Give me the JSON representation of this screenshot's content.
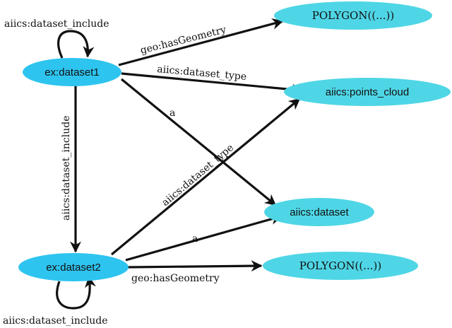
{
  "colors": {
    "node_primary": "#2ec4f0",
    "node_secondary": "#4fd6e6",
    "edge": "#111111",
    "background": "#ffffff"
  },
  "nodes": {
    "dataset1": "ex:dataset1",
    "dataset2": "ex:dataset2",
    "polygon_top": "POLYGON((...))",
    "points_cloud": "aiics:points_cloud",
    "aiics_dataset": "aiics:dataset",
    "polygon_bottom": "POLYGON((...))"
  },
  "edges": {
    "include_self1": "aiics:dataset_include",
    "d1_geom": "geo:hasGeometry",
    "d1_type": "aiics:dataset_type",
    "d1_a": "a",
    "d1_include_d2": "aiics:dataset_include",
    "d2_type": "aiics:dataset_type",
    "d2_a": "a",
    "d2_geom": "geo:hasGeometry",
    "include_self2": "aiics:dataset_include"
  }
}
